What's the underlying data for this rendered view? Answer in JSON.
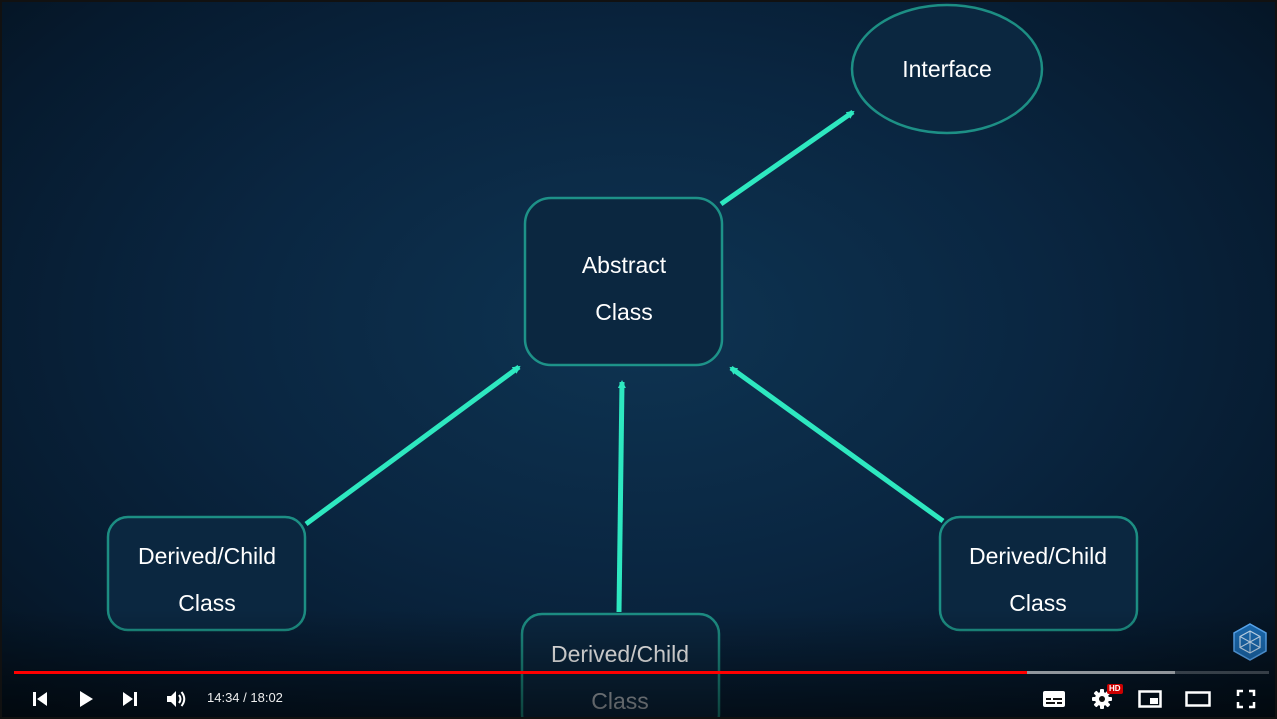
{
  "diagram": {
    "interface": {
      "label": "Interface"
    },
    "abstract_class": {
      "line1": "Abstract",
      "line2": "Class"
    },
    "child_left": {
      "line1": "Derived/Child",
      "line2": "Class"
    },
    "child_middle": {
      "line1": "Derived/Child",
      "line2": "Class"
    },
    "child_right": {
      "line1": "Derived/Child",
      "line2": "Class"
    }
  },
  "colors": {
    "accent": "#2ee8c0",
    "progress_played": "#ff0000",
    "hd_badge": "#cc0000"
  },
  "player": {
    "current_time": "14:34",
    "duration": "18:02",
    "time_display": "14:34 / 18:02",
    "progress_fraction": 0.807,
    "buffered_fraction": 0.925,
    "hd_label": "HD",
    "icons": {
      "prev": "skip-previous-icon",
      "play": "play-icon",
      "next": "skip-next-icon",
      "volume": "volume-icon",
      "subtitles": "subtitles-icon",
      "settings": "gear-icon",
      "miniplayer": "miniplayer-icon",
      "theater": "theater-mode-icon",
      "fullscreen": "fullscreen-icon"
    }
  }
}
